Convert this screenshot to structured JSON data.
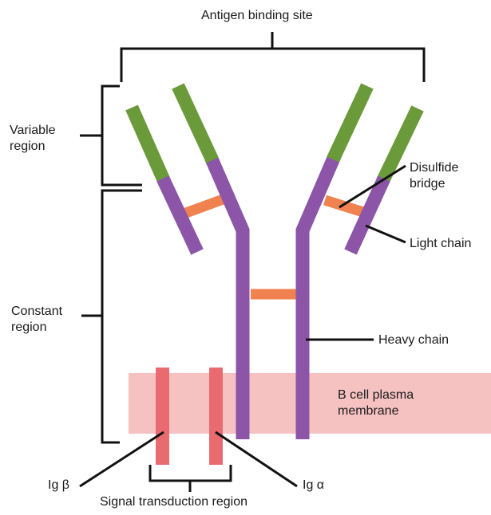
{
  "labels": {
    "antigen_binding_site": "Antigen binding site",
    "variable_region": [
      "Variable",
      "region"
    ],
    "constant_region": [
      "Constant",
      "region"
    ],
    "disulfide_bridge": [
      "Disulfide",
      "bridge"
    ],
    "light_chain": "Light chain",
    "heavy_chain": "Heavy chain",
    "membrane": [
      "B cell plasma",
      "membrane"
    ],
    "ig_beta": "Ig β",
    "ig_alpha": "Ig α",
    "signal_transduction": "Signal transduction  region"
  },
  "colors": {
    "variable_segment": "#6b9a3a",
    "constant_segment": "#8c55a8",
    "disulfide_bridge": "#f08250",
    "membrane_fill": "#f6c1c1",
    "signal_protein": "#e96a6f",
    "line": "#111111"
  }
}
